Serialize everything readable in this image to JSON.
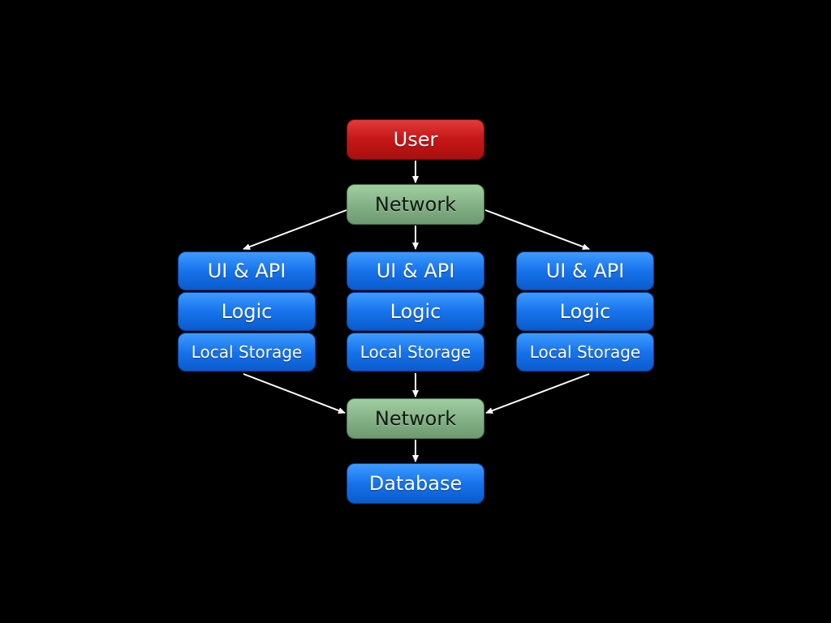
{
  "diagram": {
    "user_label": "User",
    "network_top_label": "Network",
    "network_bottom_label": "Network",
    "database_label": "Database",
    "columns": [
      {
        "ui_api": "UI & API",
        "logic": "Logic",
        "storage": "Local Storage"
      },
      {
        "ui_api": "UI & API",
        "logic": "Logic",
        "storage": "Local Storage"
      },
      {
        "ui_api": "UI & API",
        "logic": "Logic",
        "storage": "Local Storage"
      }
    ]
  },
  "colors": {
    "background": "#000000",
    "user": "#c51616",
    "network": "#86b287",
    "component": "#1773eb",
    "arrow": "#ffffff"
  }
}
